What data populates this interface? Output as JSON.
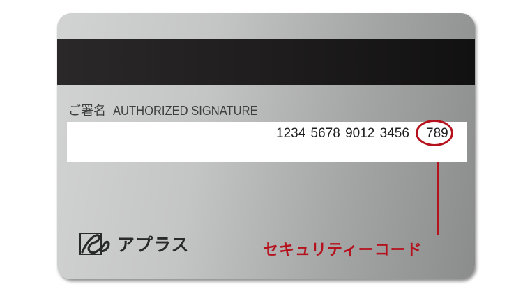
{
  "card": {
    "signature_label_jp": "ご署名",
    "signature_label_en": "AUTHORIZED SIGNATURE",
    "card_number": "1234 5678 9012 3456",
    "security_code": "789",
    "brand_name": "アプラス",
    "security_code_label": "セキュリティーコード",
    "logo_icon": "aplus-logo-icon"
  },
  "colors": {
    "accent_red": "#b5121d",
    "stripe": "#1f1d1d",
    "signature_panel": "#ffffff"
  }
}
